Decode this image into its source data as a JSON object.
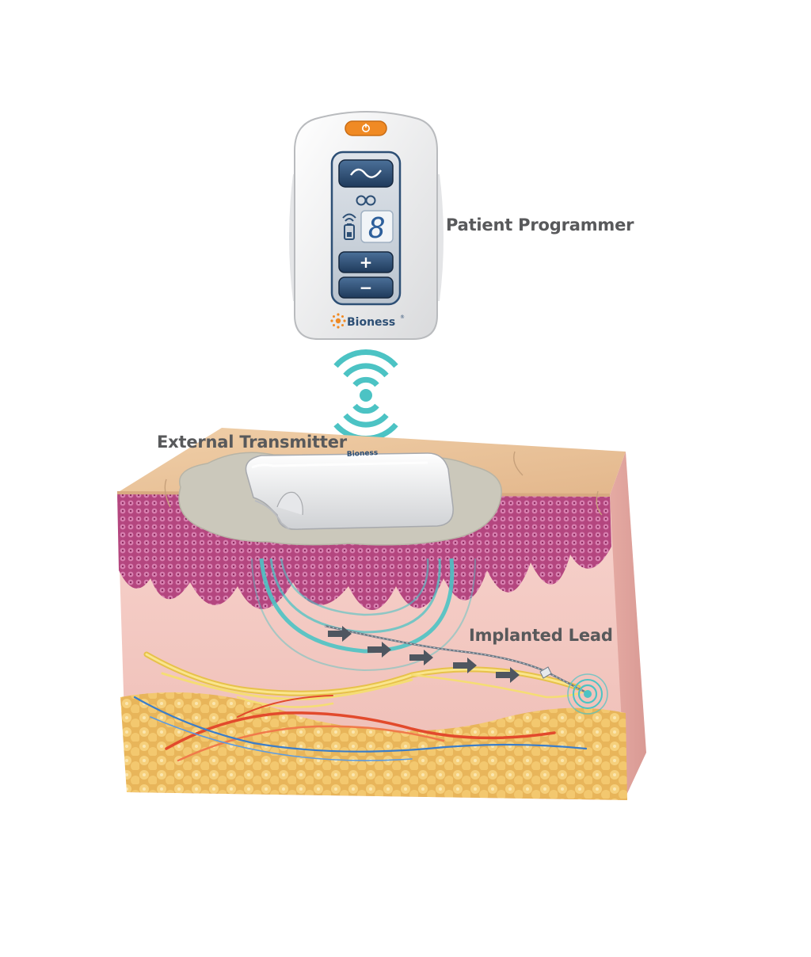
{
  "labels": {
    "patient_programmer": "Patient Programmer",
    "external_transmitter": "External Transmitter",
    "implanted_lead": "Implanted Lead"
  },
  "programmer": {
    "brand": "Bioness",
    "brand_mark": "®",
    "display_digit": "8",
    "buttons": {
      "power_icon": "power-icon",
      "waveform_icon": "waveform-icon",
      "plus": "+",
      "minus": "−"
    }
  },
  "transmitter": {
    "brand": "Bioness"
  },
  "colors": {
    "signal_teal": "#4cc3c4",
    "skin_top": "#e9c39c",
    "dermis": "#f3c7c1",
    "epidermis": "#b0447e",
    "fat": "#f0c66a",
    "nerve": "#f5dd74",
    "artery": "#e24a2c",
    "vein": "#3b7dc8",
    "button_navy": "#2d4f75",
    "accent_orange": "#f08a24"
  }
}
